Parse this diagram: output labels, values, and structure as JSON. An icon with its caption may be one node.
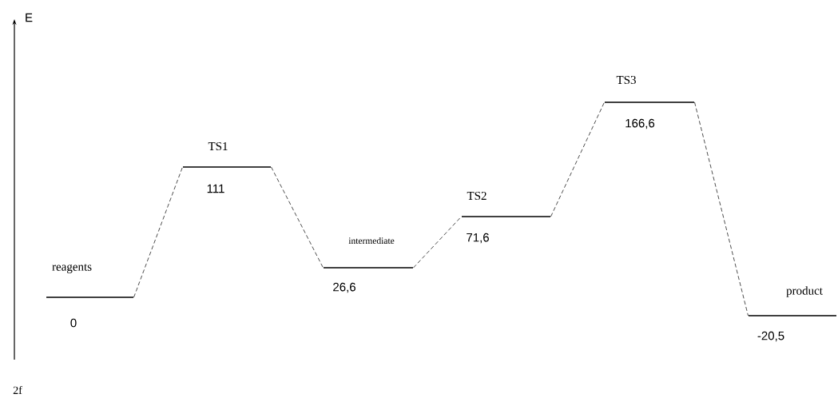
{
  "diagram": {
    "nodes": [
      {
        "text": [
          "reagents",
          "0"
        ]
      },
      {
        "text": [
          "TS1",
          "111"
        ]
      },
      {
        "text": [
          "intermediate",
          "26,6"
        ]
      },
      {
        "text": [
          "TS2",
          "71,6"
        ]
      },
      {
        "text": [
          "TS3",
          "166,6"
        ]
      },
      {
        "text": [
          "product",
          "-20,5"
        ]
      }
    ],
    "edges": [
      {
        "from": 0,
        "to": 1,
        "arrow": "none",
        "style": "dashed"
      },
      {
        "from": 1,
        "to": 2,
        "arrow": "none",
        "style": "dashed"
      },
      {
        "from": 2,
        "to": 3,
        "arrow": "none",
        "style": "dashed"
      },
      {
        "from": 3,
        "to": 4,
        "arrow": "none",
        "style": "dashed"
      },
      {
        "from": 4,
        "to": 5,
        "arrow": "none",
        "style": "dashed"
      }
    ],
    "labels": [
      "E",
      "2f"
    ]
  }
}
